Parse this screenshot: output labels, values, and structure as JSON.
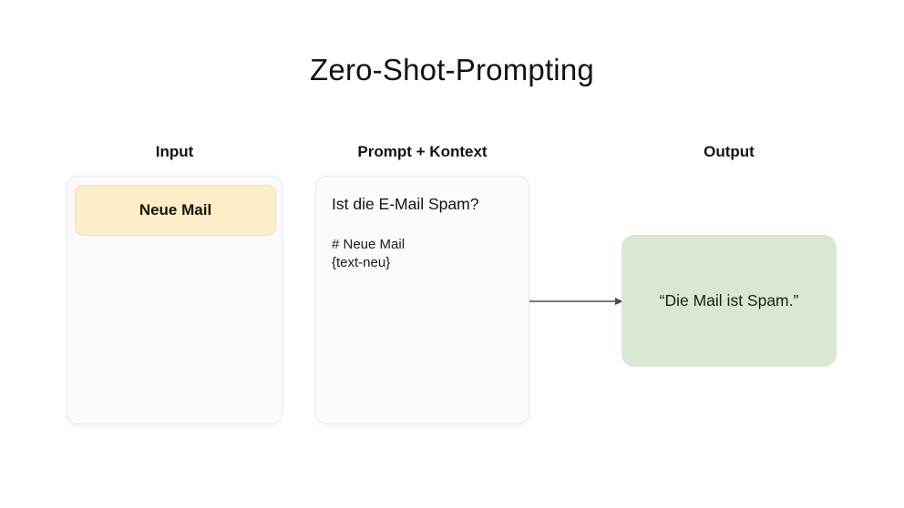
{
  "title": "Zero-Shot-Prompting",
  "columns": {
    "input_label": "Input",
    "prompt_label": "Prompt + Kontext",
    "output_label": "Output"
  },
  "input_card": {
    "mail_label": "Neue Mail"
  },
  "prompt_card": {
    "question": "Ist die E-Mail Spam?",
    "code_line1": "# Neue Mail",
    "code_line2": "{text-neu}"
  },
  "output_card": {
    "result": "“Die Mail ist Spam.”"
  },
  "colors": {
    "card_bg": "#fbfafc",
    "card_border": "#eceaf0",
    "mail_bg": "#fbeec8",
    "mail_border": "#f2e2b4",
    "output_bg": "#d8e8d3",
    "arrow": "#4d4d4d"
  }
}
